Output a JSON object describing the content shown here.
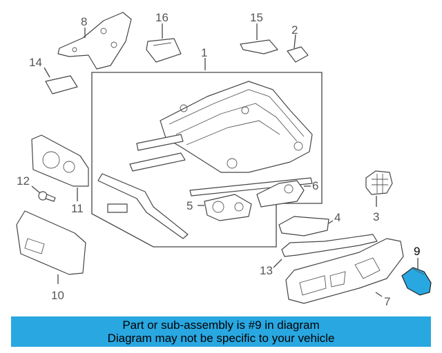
{
  "diagram": {
    "callouts": [
      {
        "id": "1",
        "label": "1"
      },
      {
        "id": "2",
        "label": "2"
      },
      {
        "id": "3",
        "label": "3"
      },
      {
        "id": "4",
        "label": "4"
      },
      {
        "id": "5",
        "label": "5"
      },
      {
        "id": "6",
        "label": "6"
      },
      {
        "id": "7",
        "label": "7"
      },
      {
        "id": "8",
        "label": "8"
      },
      {
        "id": "9",
        "label": "9"
      },
      {
        "id": "10",
        "label": "10"
      },
      {
        "id": "11",
        "label": "11"
      },
      {
        "id": "12",
        "label": "12"
      },
      {
        "id": "13",
        "label": "13"
      },
      {
        "id": "14",
        "label": "14"
      },
      {
        "id": "15",
        "label": "15"
      },
      {
        "id": "16",
        "label": "16"
      }
    ],
    "highlighted_part": "9",
    "highlight_color": "#29a7e1"
  },
  "footer": {
    "line1": "Part or sub-assembly is #9 in diagram",
    "line2": "Diagram may not be specific to your vehicle",
    "background_color": "#29a7e1"
  }
}
